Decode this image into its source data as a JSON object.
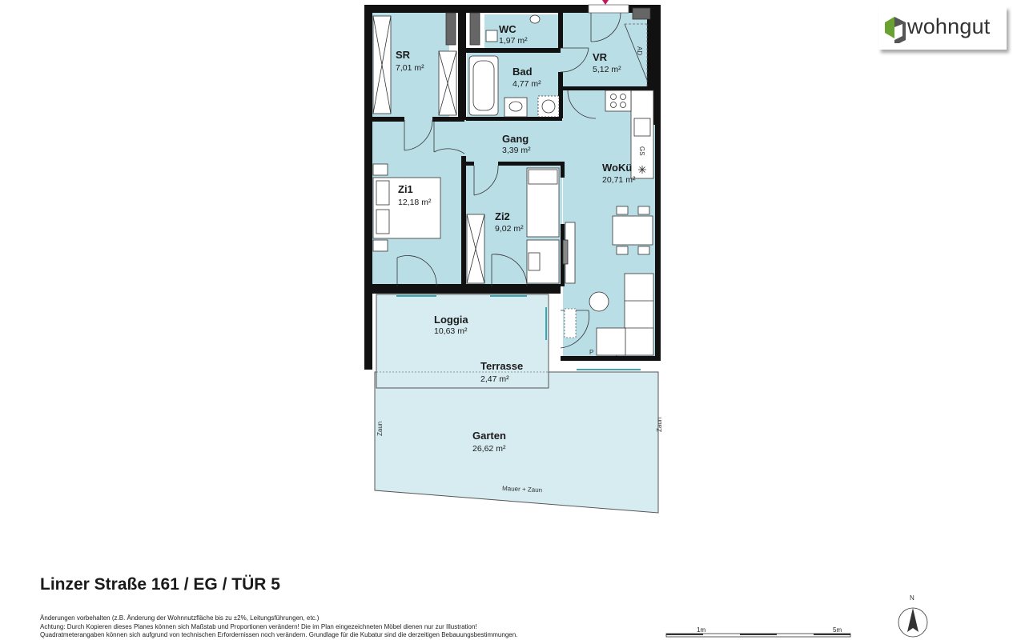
{
  "logo": {
    "text": "wohngut",
    "icon": "wohngut-logo-icon",
    "accent": "#6aa232",
    "dark": "#444444"
  },
  "title": "Linzer Straße 161 / EG / TÜR 5",
  "disclaimer": [
    "Änderungen vorbehalten (z.B. Änderung der Wohnnutzfläche bis zu ±2%, Leitungsführungen, etc.)",
    "Achtung: Durch Kopieren dieses Planes können sich Maßstab und Proportionen verändern! Die im Plan eingezeichneten Möbel dienen nur zur Illustration!",
    "Quadratmeterangaben können sich aufgrund von technischen Erfordernissen noch verändern. Grundlage für die Kubatur sind die derzeitigen Bebauungsbestimmungen."
  ],
  "rooms": {
    "wc": {
      "name": "WC",
      "area": "1,97 m²"
    },
    "sr": {
      "name": "SR",
      "area": "7,01 m²"
    },
    "vr": {
      "name": "VR",
      "area": "5,12 m²"
    },
    "bad": {
      "name": "Bad",
      "area": "4,77 m²"
    },
    "gang": {
      "name": "Gang",
      "area": "3,39 m²"
    },
    "wokue": {
      "name": "WoKü",
      "area": "20,71 m²"
    },
    "zi1": {
      "name": "Zi1",
      "area": "12,18 m²"
    },
    "zi2": {
      "name": "Zi2",
      "area": "9,02 m²"
    },
    "loggia": {
      "name": "Loggia",
      "area": "10,63 m²"
    },
    "terrasse": {
      "name": "Terrasse",
      "area": "2,47 m²"
    },
    "garten": {
      "name": "Garten",
      "area": "26,62 m²"
    }
  },
  "labels": {
    "zaun": "Zaun",
    "mauer_zaun": "Mauer + Zaun",
    "ad": "AD",
    "gs": "GS",
    "p": "P"
  },
  "scale": {
    "one": "1m",
    "five": "5m"
  },
  "compass": {
    "north": "N"
  },
  "colors": {
    "room_fill": "#b9dee6",
    "outdoor_fill": "#d7ecf0",
    "wall": "#111111"
  }
}
